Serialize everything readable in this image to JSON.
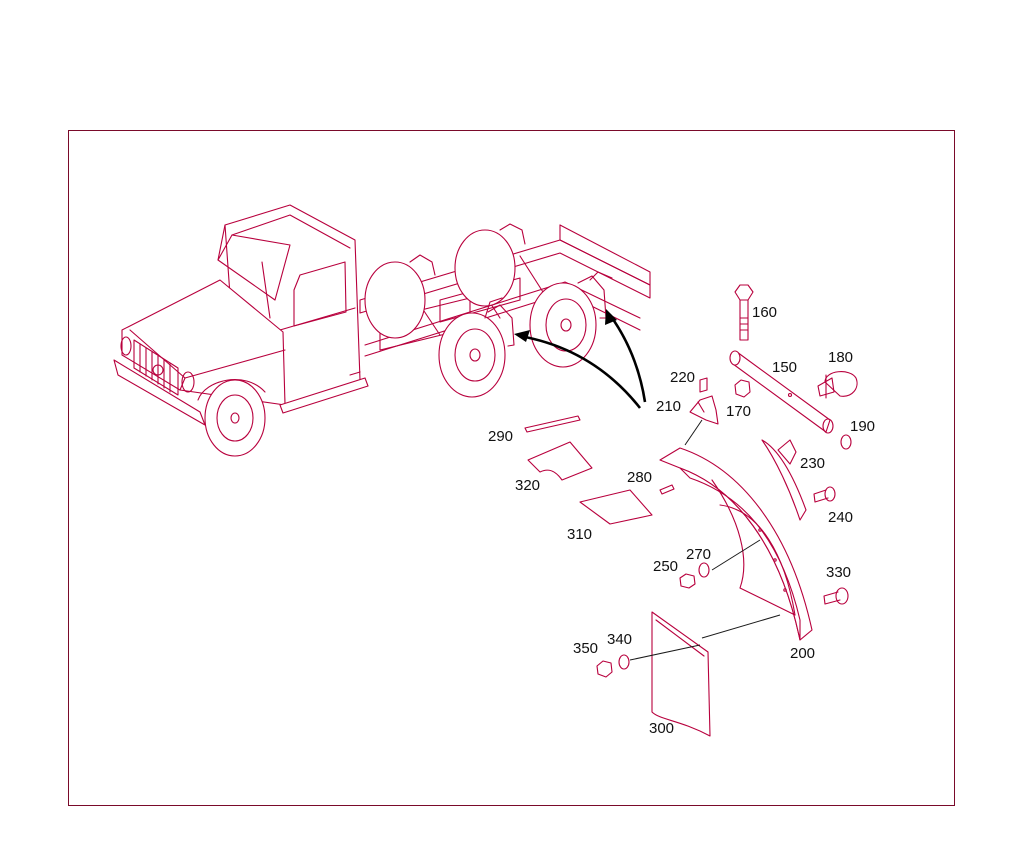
{
  "diagram": {
    "colors": {
      "line": "#b8003d",
      "frame": "#7a0a2a",
      "text": "#111111",
      "arrow": "#000000"
    },
    "callouts": {
      "c150": "150",
      "c160": "160",
      "c170": "170",
      "c180": "180",
      "c190": "190",
      "c200": "200",
      "c210": "210",
      "c220": "220",
      "c230": "230",
      "c240": "240",
      "c250": "250",
      "c270": "270",
      "c280": "280",
      "c290": "290",
      "c300": "300",
      "c310": "310",
      "c320": "320",
      "c330": "330",
      "c340": "340",
      "c350": "350"
    }
  }
}
